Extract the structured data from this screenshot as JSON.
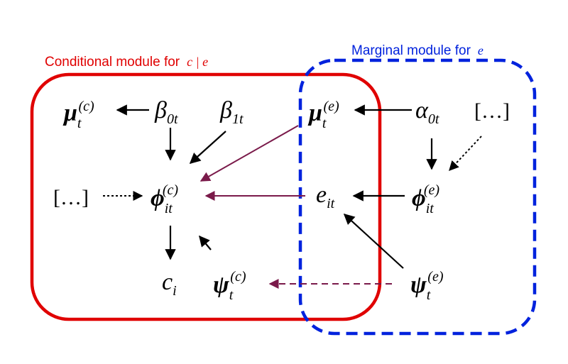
{
  "conditional_module": {
    "title_prefix": "Conditional module for",
    "title_var": "c | e",
    "color": "#e00000"
  },
  "marginal_module": {
    "title_prefix": "Marginal module for",
    "title_var": "e",
    "color": "#0022dd"
  },
  "nodes": {
    "mu_c": {
      "base": "μ",
      "sub": "t",
      "sup": "(c)"
    },
    "beta0": {
      "base": "β",
      "sub": "0t"
    },
    "beta1": {
      "base": "β",
      "sub": "1t"
    },
    "mu_e": {
      "base": "μ",
      "sub": "t",
      "sup": "(e)"
    },
    "alpha0": {
      "base": "α",
      "sub": "0t"
    },
    "ellipsis_right": "[…]",
    "ellipsis_left": "[…]",
    "phi_c": {
      "base": "ϕ",
      "sub": "it",
      "sup": "(c)"
    },
    "e_it": {
      "base": "e",
      "sub": "it"
    },
    "phi_e": {
      "base": "ϕ",
      "sub": "it",
      "sup": "(e)"
    },
    "c_i": {
      "base": "c",
      "sub": "i"
    },
    "psi_c": {
      "base": "ψ",
      "sub": "t",
      "sup": "(c)"
    },
    "psi_e": {
      "base": "ψ",
      "sub": "t",
      "sup": "(e)"
    }
  },
  "colors": {
    "arrow": "#000000",
    "cross_arrow": "#7a1a4a"
  }
}
